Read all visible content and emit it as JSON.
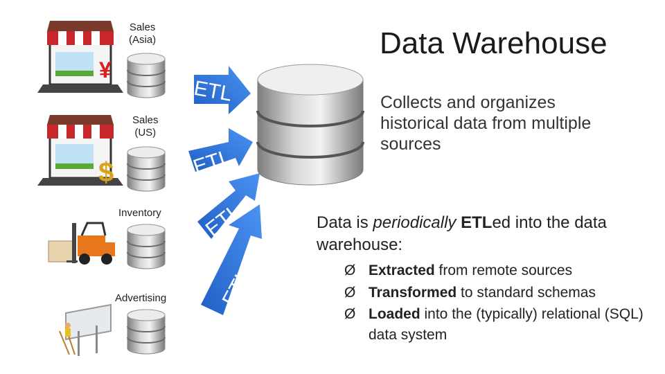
{
  "title": "Data Warehouse",
  "sources": [
    {
      "label_line1": "Sales",
      "label_line2": "(Asia)",
      "icon": "storefront-laptop-yen-icon"
    },
    {
      "label_line1": "Sales",
      "label_line2": "(US)",
      "icon": "storefront-laptop-dollar-icon"
    },
    {
      "label_line1": "Inventory",
      "label_line2": "",
      "icon": "forklift-icon"
    },
    {
      "label_line1": "Advertising",
      "label_line2": "",
      "icon": "billboard-icon"
    }
  ],
  "etl_label": "ETL",
  "warehouse_description": "Collects and organizes historical data from multiple sources",
  "periodic": {
    "part1": "Data is ",
    "italic": "periodically",
    "space": " ",
    "bold": "ETL",
    "part2": "ed into the data warehouse:"
  },
  "bullets": [
    {
      "bold": "Extracted",
      "rest": " from remote sources"
    },
    {
      "bold": "Transformed",
      "rest": " to standard schemas"
    },
    {
      "bold": "Loaded",
      "rest": " into the (typically) relational (SQL) data system"
    }
  ],
  "bullet_marker": "Ø",
  "colors": {
    "arrow": "#2f6fd4",
    "arrow_light": "#4a8ff0",
    "db_gray": "#9a9a9a",
    "awning_red": "#c8282c"
  }
}
